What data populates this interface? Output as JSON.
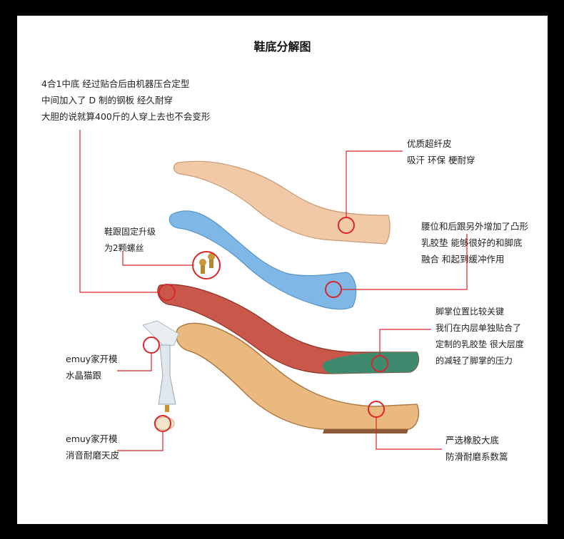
{
  "title": "鞋底分解图",
  "intro": [
    "4合1中底  经过贴合后由机器压合定型",
    "中间加入了 D 制的钢板   经久耐穿",
    "大胆的说就算400斤的人穿上去也不会变形"
  ],
  "callouts": {
    "leather": [
      "优质超纤皮",
      "吸汗 环保 梗耐穿"
    ],
    "latex": [
      "腰位和后跟另外增加了凸形",
      "乳胶垫  能够很好的和脚底",
      "融合  和起到缓冲作用"
    ],
    "screws": [
      "鞋跟固定升级",
      "为2颗螺丝"
    ],
    "forefoot": [
      "脚掌位置比较关键",
      "我们在内层单独贴合了",
      "定制的乳胶垫   很大层度",
      "的减轻了脚掌的压力"
    ],
    "heel": [
      "emuy家开模",
      "水晶猫跟"
    ],
    "heeltip": [
      "emuy家开模",
      "消音耐磨天皮"
    ],
    "outsole": [
      "严选橡胶大底",
      "防滑耐磨系数篙"
    ]
  },
  "colors": {
    "leather": "#f2c9a6",
    "latex": "#7fb8e6",
    "midsole": "#c9584a",
    "midsole_green": "#3d8a6e",
    "outsole": "#e9b97f",
    "callout": "#d8262b"
  },
  "icons": [
    "screw-icon",
    "crystal-heel-icon",
    "heel-tip-icon"
  ]
}
